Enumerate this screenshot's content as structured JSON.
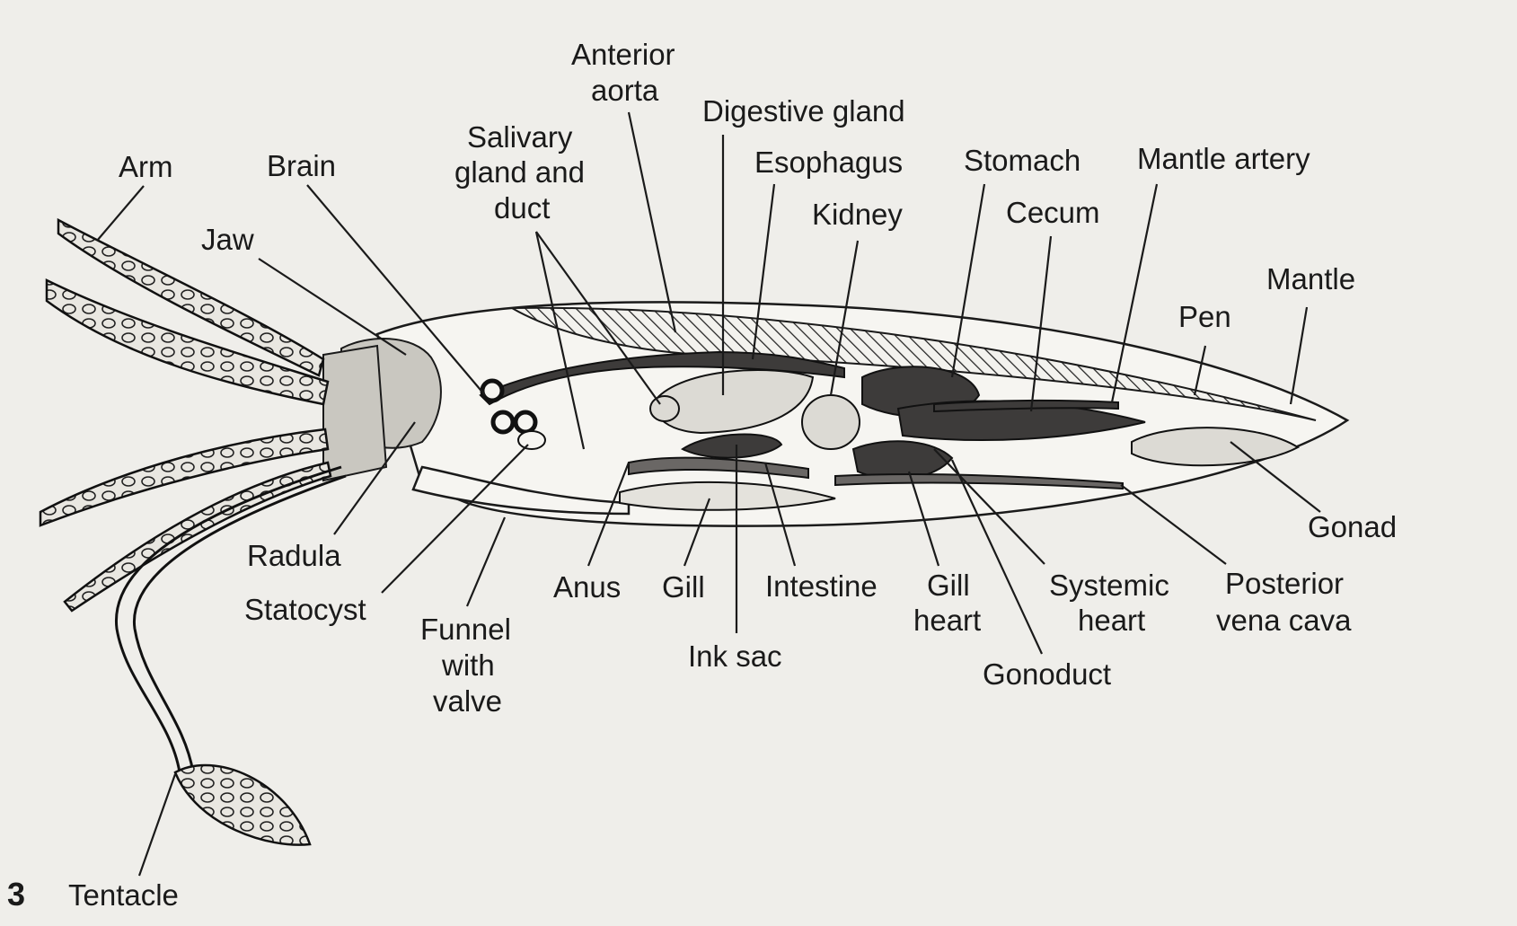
{
  "figure": {
    "corner_mark": "3",
    "labels": {
      "arm": "Arm",
      "brain": "Brain",
      "jaw": "Jaw",
      "salivary": [
        "Salivary",
        "gland and",
        "duct"
      ],
      "anterior_aorta": [
        "Anterior",
        "aorta"
      ],
      "digestive_gland": "Digestive gland",
      "esophagus": "Esophagus",
      "kidney": "Kidney",
      "stomach": "Stomach",
      "cecum": "Cecum",
      "mantle_artery": "Mantle artery",
      "mantle": "Mantle",
      "pen": "Pen",
      "gonad": "Gonad",
      "posterior_vena_cava": [
        "Posterior",
        "vena cava"
      ],
      "systemic_heart": [
        "Systemic",
        "heart"
      ],
      "gonoduct": "Gonoduct",
      "gill_heart": [
        "Gill",
        "heart"
      ],
      "intestine": "Intestine",
      "ink_sac": "Ink sac",
      "gill": "Gill",
      "anus": "Anus",
      "funnel": [
        "Funnel",
        "with",
        "valve"
      ],
      "statocyst": "Statocyst",
      "radula": "Radula",
      "tentacle": "Tentacle"
    }
  }
}
